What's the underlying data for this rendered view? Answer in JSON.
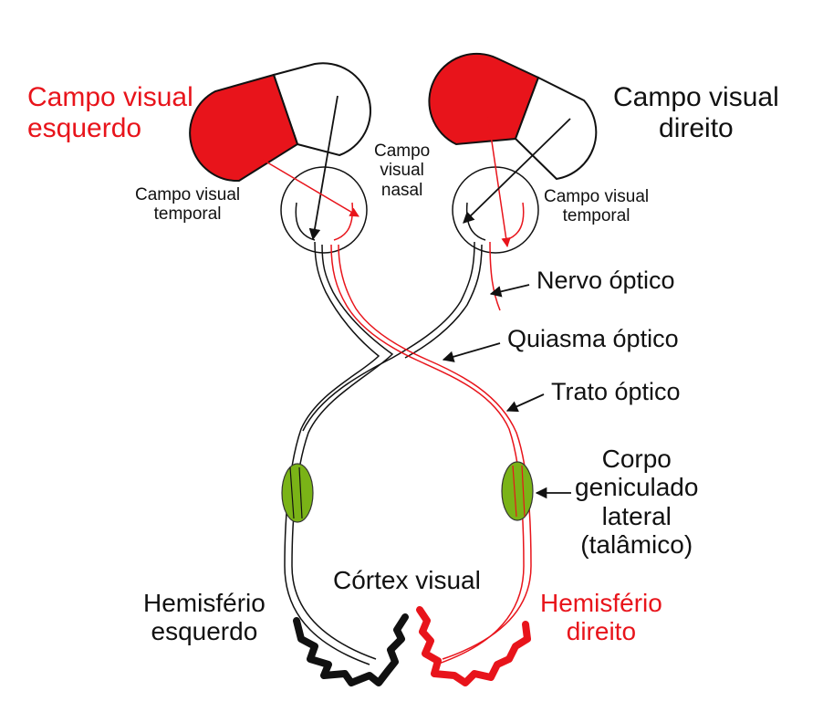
{
  "labels": {
    "left_field": [
      "Campo visual",
      "esquerdo"
    ],
    "right_field": [
      "Campo visual",
      "direito"
    ],
    "nasal_field": [
      "Campo",
      "visual",
      "nasal"
    ],
    "temporal_left": [
      "Campo visual",
      "temporal"
    ],
    "temporal_right": [
      "Campo visual",
      "temporal"
    ],
    "optic_nerve": "Nervo óptico",
    "optic_chiasm": "Quiasma óptico",
    "optic_tract": "Trato óptico",
    "lgn": [
      "Corpo",
      "geniculado",
      "lateral",
      "(talâmico)"
    ],
    "visual_cortex": "Córtex visual",
    "left_hemisphere": [
      "Hemisfério",
      "esquerdo"
    ],
    "right_hemisphere": [
      "Hemisfério",
      "direito"
    ]
  },
  "colors": {
    "red": "#e8141b",
    "black": "#111111",
    "lgn_green": "#7ab317"
  }
}
